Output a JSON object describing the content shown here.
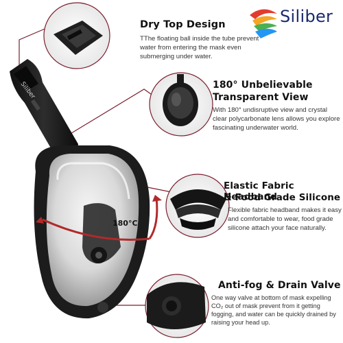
{
  "brand": {
    "name": "Siliber"
  },
  "features": [
    {
      "title": "Dry Top Design",
      "description": "TThe floating ball inside the tube prevent water from entering the mask even submerging under water."
    },
    {
      "title_line1": "180° Unbelievable",
      "title_line2": "Transparent View",
      "description": "With 180° undisruptive view and crystal clear polycarbonate lens allows you explore fascinating underwater world."
    },
    {
      "title_line1": "Elastic Fabric Headband",
      "title_line2": "& Food Grade Silicone",
      "description": "Flexible fabric headband makes it easy and comfortable to wear, food grade silicone attach your face naturally."
    },
    {
      "title": "Anti-fog & Drain Valve",
      "description": "One way valve at bottom of mask expelling CO₂ out of mask prevent from it getting fogging, and water can be quickly drained by raising your head up."
    }
  ],
  "product": {
    "rotation_label": "180°C",
    "tube_brand": "Siliber"
  },
  "colors": {
    "callout": "#7a1d2e",
    "body": "#1c1c1c",
    "logo_blue": "#1a2a6c"
  }
}
